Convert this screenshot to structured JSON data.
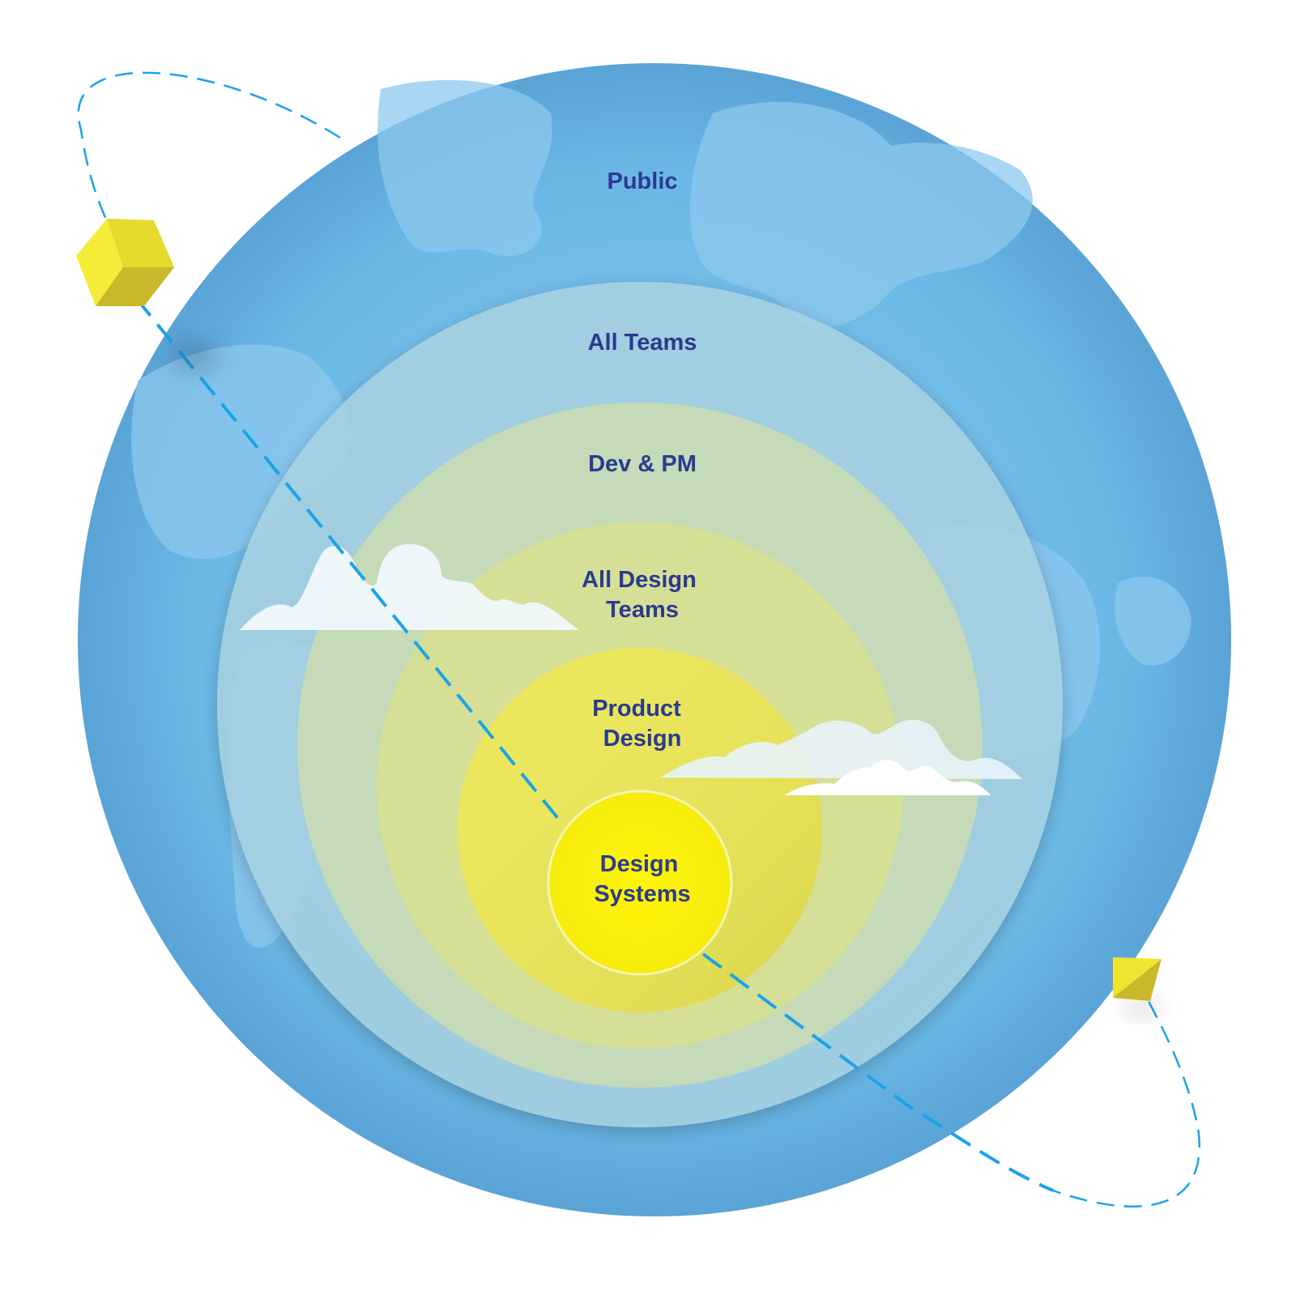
{
  "colors": {
    "globe": "#6bb8e6",
    "globe_edge": "#5aa3d6",
    "land": "#8cc8ee",
    "ring_all_teams": "#a7d2e4",
    "ring_dev_pm": "#c6dcb6",
    "ring_all_design": "#d5df96",
    "ring_product_design": "#e8e55a",
    "core_design_systems": "#fff200",
    "label": "#2b3a8f",
    "orbit": "#1aa3e8",
    "cube": "#f0e431",
    "cube_dark": "#c9b92a",
    "cloud": "#f1f8fc"
  },
  "rings": [
    {
      "id": "public",
      "label_lines": [
        "Public"
      ]
    },
    {
      "id": "all-teams",
      "label_lines": [
        "All Teams"
      ]
    },
    {
      "id": "dev-pm",
      "label_lines": [
        "Dev & PM"
      ]
    },
    {
      "id": "all-design-teams",
      "label_lines": [
        "All Design",
        "Teams"
      ]
    },
    {
      "id": "product-design",
      "label_lines": [
        "Product",
        "Design"
      ]
    },
    {
      "id": "design-systems",
      "label_lines": [
        "Design",
        "Systems"
      ]
    }
  ],
  "decorations": {
    "orbit_icon": "dashed-orbit-path",
    "satellite_icon": "yellow-cube",
    "cloud_icon": "cloud"
  }
}
